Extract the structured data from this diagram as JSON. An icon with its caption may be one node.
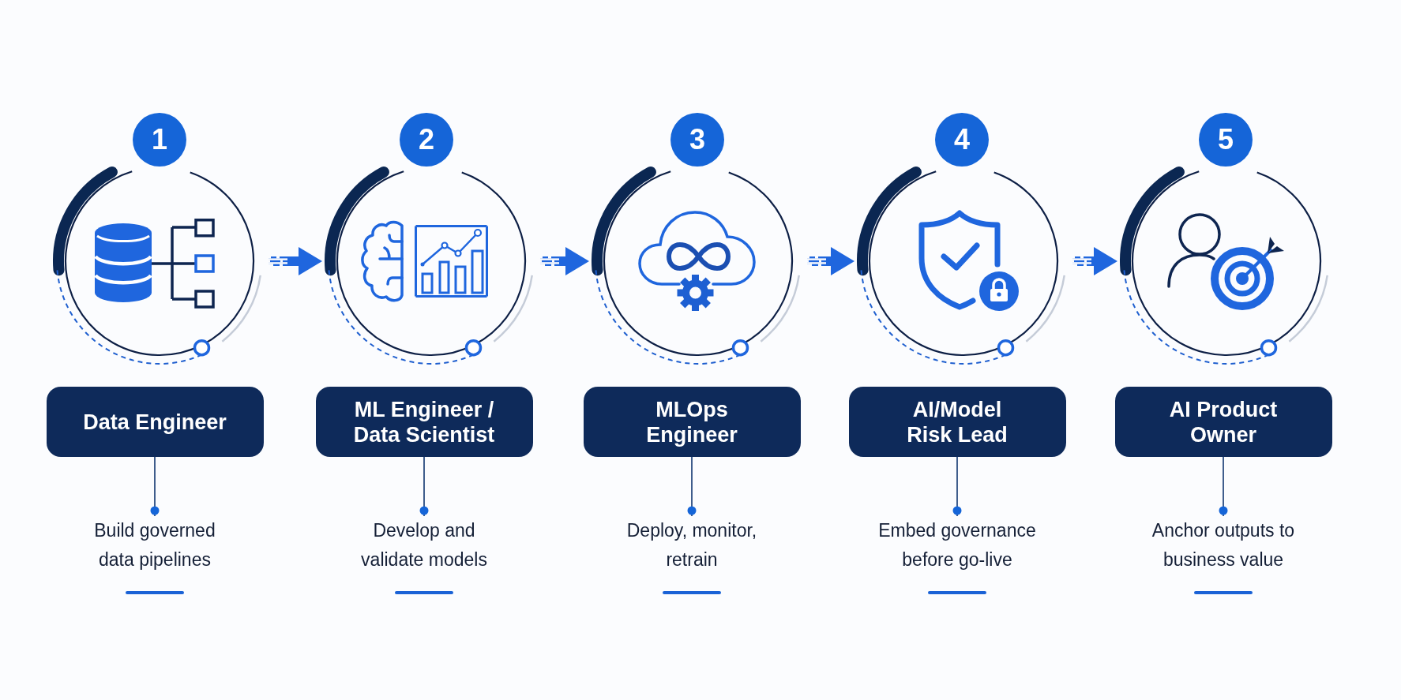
{
  "diagram": {
    "nodes": [
      {
        "text": [
          "1"
        ]
      },
      {
        "text": [],
        "shape": "circle"
      },
      {
        "text": [
          "Data Engineer"
        ]
      },
      {
        "text": [
          "Build governed data pipelines"
        ]
      },
      {
        "text": [
          "2"
        ]
      },
      {
        "text": [],
        "shape": "circle"
      },
      {
        "text": [
          "ML Engineer / Data Scientist"
        ]
      },
      {
        "text": [
          "Develop and validate models"
        ]
      },
      {
        "text": [
          "3"
        ]
      },
      {
        "text": [],
        "shape": "circle"
      },
      {
        "text": [
          "MLOps Engineer"
        ]
      },
      {
        "text": [
          "Deploy, monitor, retrain"
        ]
      },
      {
        "text": [
          "4"
        ]
      },
      {
        "text": [],
        "shape": "circle"
      },
      {
        "text": [
          "AI/Model Risk Lead"
        ]
      },
      {
        "text": [
          "Embed governance before go-live"
        ]
      },
      {
        "text": [
          "5"
        ]
      },
      {
        "text": [],
        "shape": "circle"
      },
      {
        "text": [
          "AI Product Owner"
        ]
      },
      {
        "text": [
          "Anchor outputs to business value"
        ]
      }
    ],
    "edges": [
      {
        "from": 1,
        "to": 5,
        "arrow": "to",
        "style": "thick",
        "color": "#1f66de"
      },
      {
        "from": 5,
        "to": 9,
        "arrow": "to",
        "style": "thick",
        "color": "#1f66de"
      },
      {
        "from": 9,
        "to": 13,
        "arrow": "to",
        "style": "thick",
        "color": "#1f66de"
      },
      {
        "from": 13,
        "to": 17,
        "arrow": "to",
        "style": "thick",
        "color": "#1f66de"
      },
      {
        "from": 2,
        "to": 3,
        "arrow": "other"
      },
      {
        "from": 6,
        "to": 7,
        "arrow": "other"
      },
      {
        "from": 10,
        "to": 11,
        "arrow": "other"
      },
      {
        "from": 14,
        "to": 15,
        "arrow": "other"
      },
      {
        "from": 18,
        "to": 19,
        "arrow": "other"
      }
    ]
  }
}
